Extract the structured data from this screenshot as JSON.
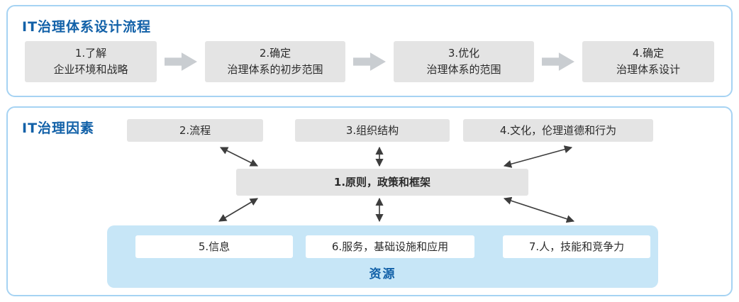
{
  "process": {
    "title": "IT治理体系设计流程",
    "steps": [
      {
        "line1": "1.了解",
        "line2": "企业环境和战略"
      },
      {
        "line1": "2.确定",
        "line2": "治理体系的初步范围"
      },
      {
        "line1": "3.优化",
        "line2": "治理体系的范围"
      },
      {
        "line1": "4.确定",
        "line2": "治理体系设计"
      }
    ]
  },
  "factors": {
    "title": "IT治理因素",
    "top_boxes": [
      {
        "label": "2.流程"
      },
      {
        "label": "3.组织结构"
      },
      {
        "label": "4.文化，伦理道德和行为"
      }
    ],
    "center": {
      "label": "1.原则，政策和框架"
    },
    "resources": {
      "label": "资源",
      "items": [
        {
          "label": "5.信息"
        },
        {
          "label": "6.服务，基础设施和应用"
        },
        {
          "label": "7.人，技能和竞争力"
        }
      ]
    }
  },
  "colors": {
    "accent_blue": "#1261a8",
    "panel_border": "#a6d3f3",
    "box_gray": "#e4e4e4",
    "block_arrow_gray": "#c9cdd1",
    "resources_bg": "#c7e6f7",
    "connector_arrow": "#3d3d3d"
  }
}
